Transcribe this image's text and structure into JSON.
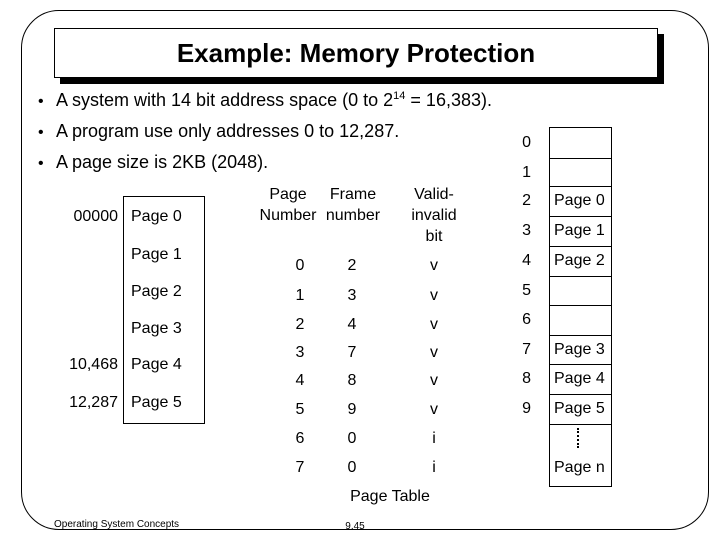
{
  "title": "Example: Memory Protection",
  "bullets": [
    {
      "pre": "A system with 14 bit address space (0 to 2",
      "sup": "14",
      "post": " = 16,383)."
    },
    {
      "text": "A program use only addresses 0 to 12,287."
    },
    {
      "text": "A page size is 2KB (2048)."
    }
  ],
  "logical_memory": {
    "addresses": [
      "00000",
      "10,468",
      "12,287"
    ],
    "pages": [
      "Page 0",
      "Page 1",
      "Page 2",
      "Page 3",
      "Page 4",
      "Page 5"
    ]
  },
  "page_table": {
    "headers": {
      "page_number": [
        "Page",
        "Number"
      ],
      "frame_number": [
        "Frame",
        "number"
      ],
      "valid_invalid": [
        "Valid-",
        "invalid",
        "bit"
      ]
    },
    "rows": [
      {
        "page": "0",
        "frame": "2",
        "bit": "v"
      },
      {
        "page": "1",
        "frame": "3",
        "bit": "v"
      },
      {
        "page": "2",
        "frame": "4",
        "bit": "v"
      },
      {
        "page": "3",
        "frame": "7",
        "bit": "v"
      },
      {
        "page": "4",
        "frame": "8",
        "bit": "v"
      },
      {
        "page": "5",
        "frame": "9",
        "bit": "v"
      },
      {
        "page": "6",
        "frame": "0",
        "bit": "i"
      },
      {
        "page": "7",
        "frame": "0",
        "bit": "i"
      }
    ],
    "caption": "Page Table"
  },
  "physical_memory": {
    "frame_numbers": [
      "0",
      "1",
      "2",
      "3",
      "4",
      "5",
      "6",
      "7",
      "8",
      "9"
    ],
    "contents": [
      "",
      "",
      "Page 0",
      "Page 1",
      "Page 2",
      "",
      "",
      "Page 3",
      "Page 4",
      "Page 5"
    ],
    "last": "Page n"
  },
  "footer": {
    "left": "Operating System Concepts",
    "page": "9.45"
  }
}
